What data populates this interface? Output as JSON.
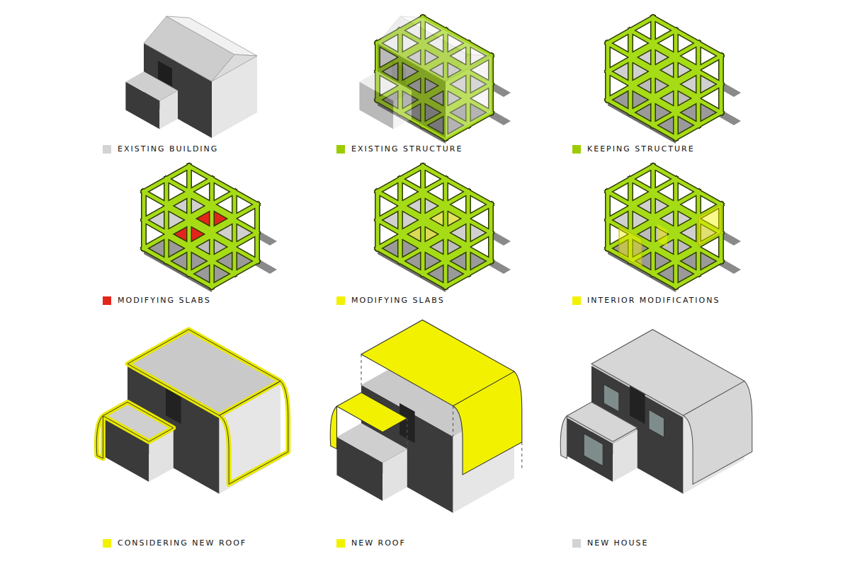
{
  "diagram": {
    "legend": [
      {
        "text": "EXISTING BUILDING",
        "color": "#d3d3d3"
      },
      {
        "text": "EXISTING STRUCTURE",
        "color": "#9ccc00"
      },
      {
        "text": "KEEPING STRUCTURE",
        "color": "#9ccc00"
      },
      {
        "text": "MODIFYING SLABS",
        "color": "#e3261b"
      },
      {
        "text": "MODIFYING SLABS",
        "color": "#f2f200"
      },
      {
        "text": "INTERIOR MODIFICATIONS",
        "color": "#f2f200"
      },
      {
        "text": "CONSIDERING NEW ROOF",
        "color": "#f2f200"
      },
      {
        "text": "NEW ROOF",
        "color": "#f2f200"
      },
      {
        "text": "NEW HOUSE",
        "color": "#d3d3d3"
      }
    ]
  }
}
